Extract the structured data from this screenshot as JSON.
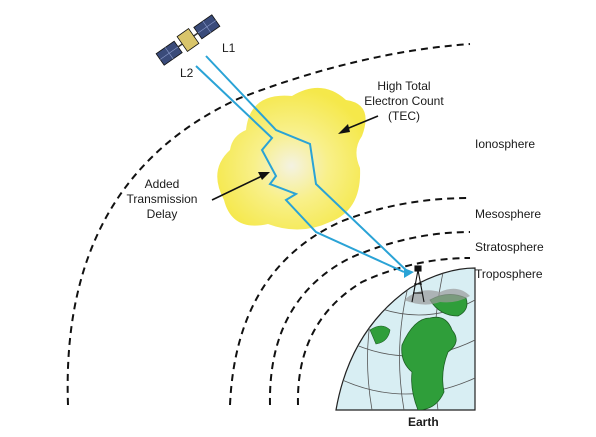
{
  "labels": {
    "l1": "L1",
    "l2": "L2",
    "tec_line1": "High Total",
    "tec_line2": "Electron Count",
    "tec_line3": "(TEC)",
    "delay_line1": "Added",
    "delay_line2": "Transmission",
    "delay_line3": "Delay",
    "ionosphere": "Ionosphere",
    "mesosphere": "Mesosphere",
    "stratosphere": "Stratosphere",
    "troposphere": "Troposphere",
    "earth": "Earth"
  },
  "icons": [
    "satellite-icon",
    "receiver-tower-icon"
  ],
  "colors": {
    "signal": "#2aa3d6",
    "tec_cloud": "#f7ec5a",
    "land": "#2f9e3a",
    "ocean": "#d6ecf2",
    "layer_lines": "#111111"
  }
}
